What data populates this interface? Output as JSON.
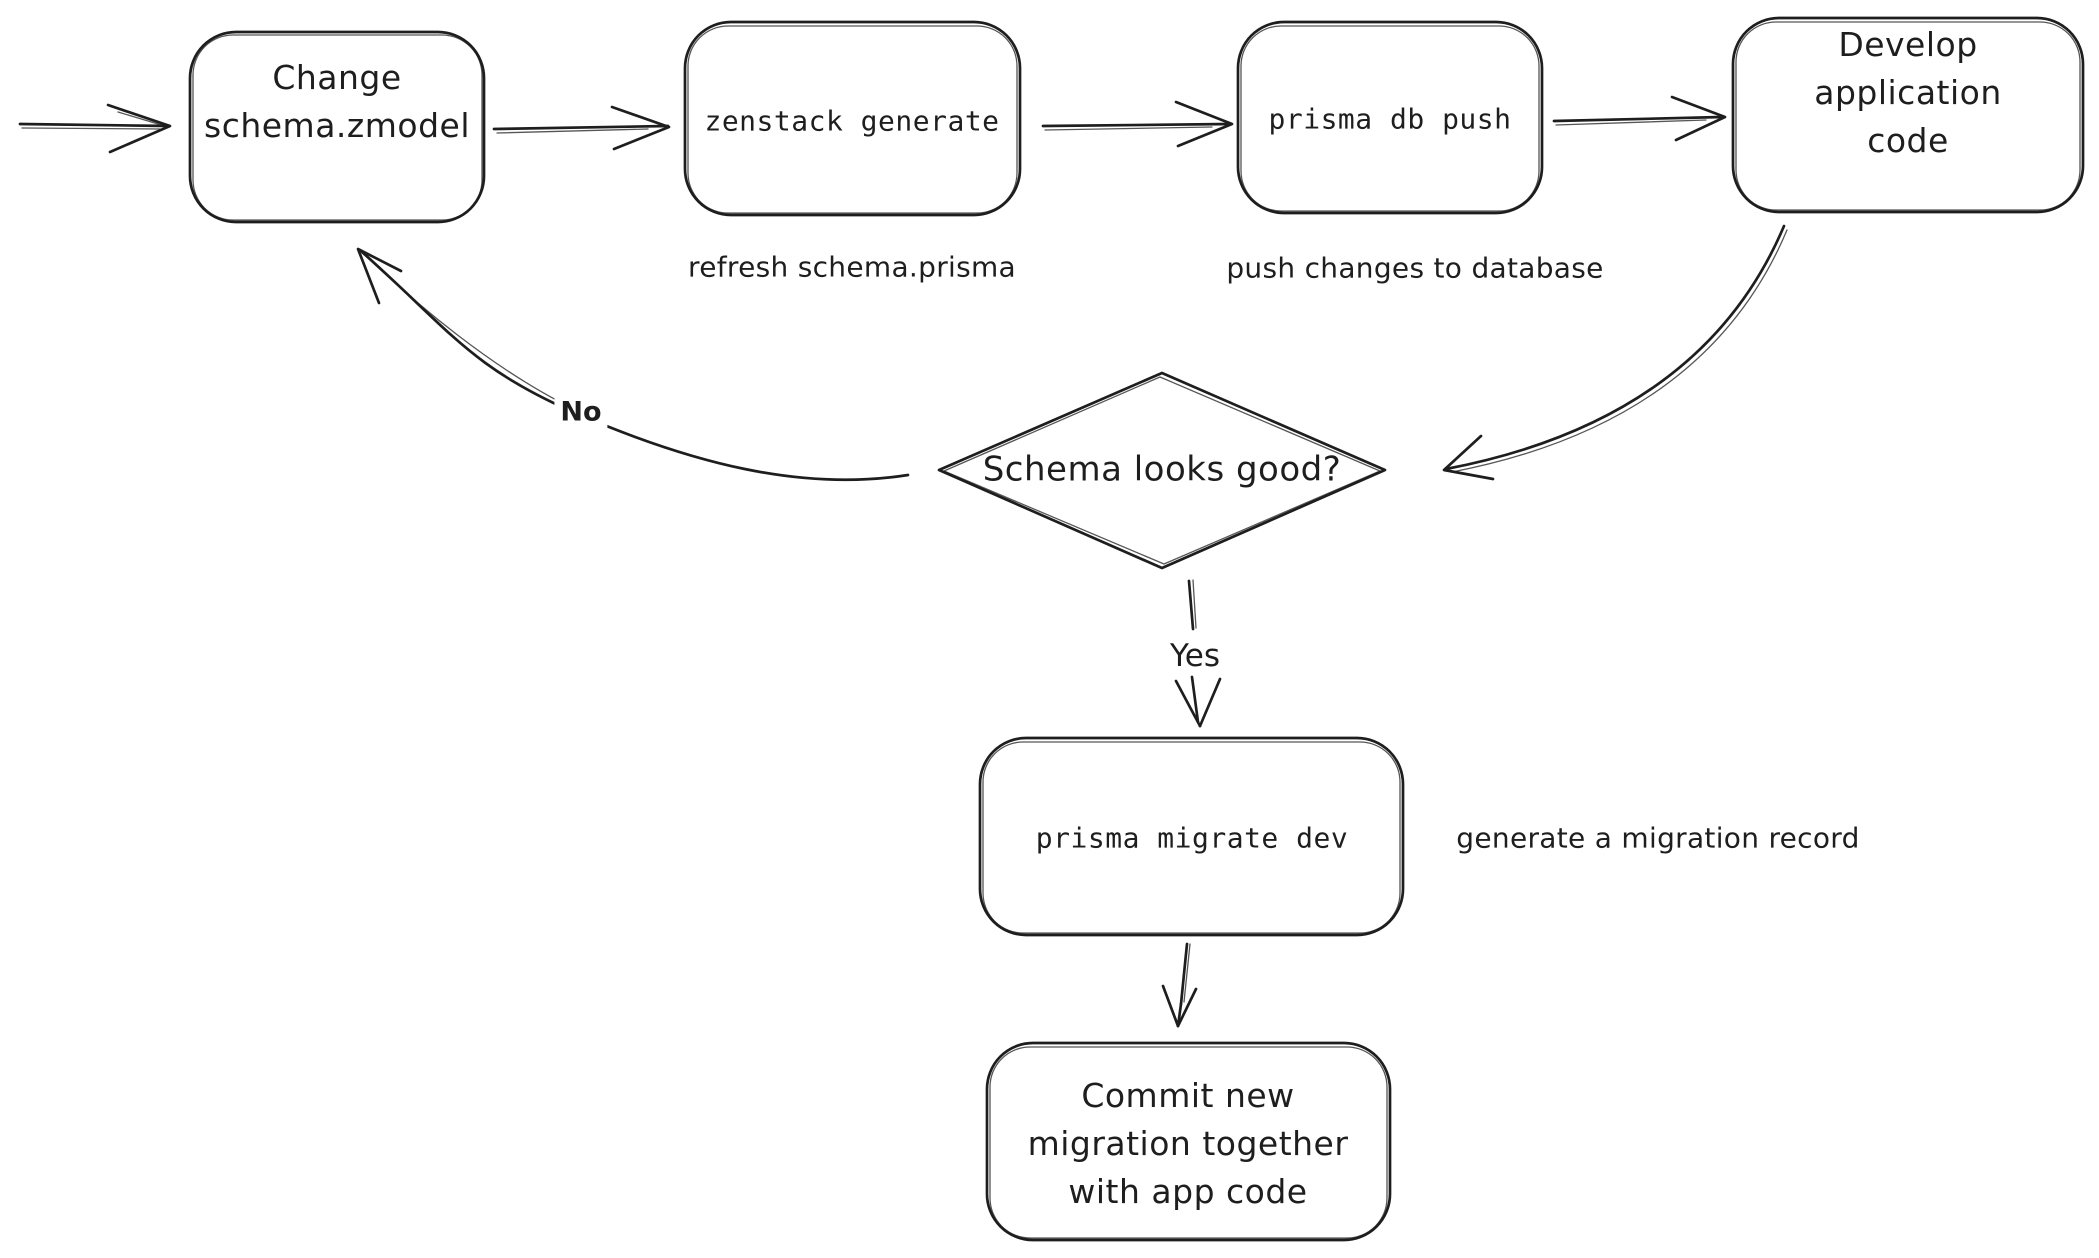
{
  "canvas": {
    "background": "#ffffff",
    "stroke_color": "#1e1e1e"
  },
  "nodes": [
    {
      "id": "change-schema",
      "shape": "rectangle",
      "text": "Change\nschema.zmodel"
    },
    {
      "id": "zenstack-generate",
      "shape": "rectangle",
      "text": "zenstack generate"
    },
    {
      "id": "prisma-db-push",
      "shape": "rectangle",
      "text": "prisma db push"
    },
    {
      "id": "develop-app-code",
      "shape": "rectangle",
      "text": "Develop\napplication code"
    },
    {
      "id": "schema-looks-good",
      "shape": "diamond",
      "text": "Schema looks good?"
    },
    {
      "id": "prisma-migrate-dev",
      "shape": "rectangle",
      "text": "prisma migrate dev"
    },
    {
      "id": "commit-migration",
      "shape": "rectangle",
      "text": "Commit new\nmigration together\nwith app code"
    }
  ],
  "captions": [
    {
      "text": "refresh schema.prisma"
    },
    {
      "text": "push changes to database"
    },
    {
      "text": "generate a migration record"
    }
  ],
  "edge_labels": {
    "no": "No",
    "yes": "Yes"
  }
}
